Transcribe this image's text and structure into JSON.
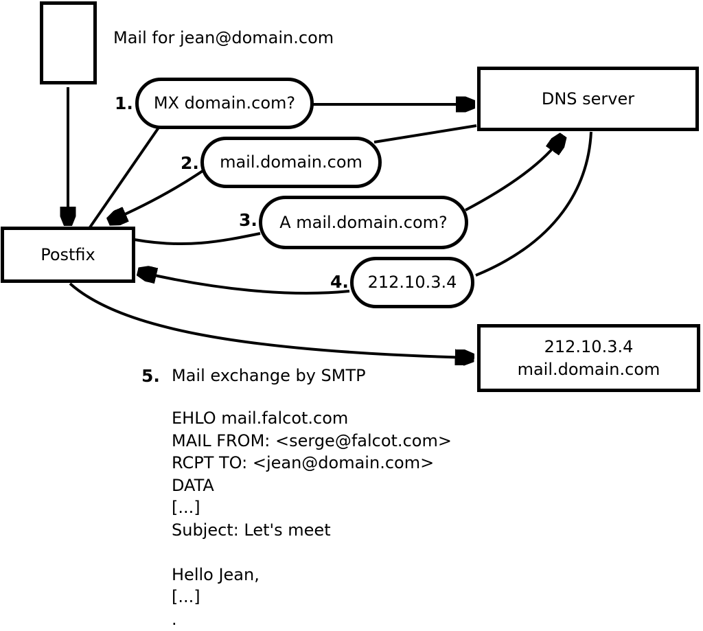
{
  "colors": {
    "line": "#000000",
    "background": "#ffffff",
    "node_fill": "#ffffff"
  },
  "caption": "Mail for jean@domain.com",
  "nodes": {
    "postfix": {
      "label": "Postfix"
    },
    "dns": {
      "label": "DNS server"
    },
    "mail_server": {
      "line1": "212.10.3.4",
      "line2": "mail.domain.com"
    }
  },
  "steps": [
    {
      "num": "1.",
      "label": "MX domain.com?"
    },
    {
      "num": "2.",
      "label": "mail.domain.com"
    },
    {
      "num": "3.",
      "label": "A mail.domain.com?"
    },
    {
      "num": "4.",
      "label": "212.10.3.4"
    },
    {
      "num": "5.",
      "label": "Mail exchange by SMTP"
    }
  ],
  "smtp_session": [
    "EHLO mail.falcot.com",
    "MAIL FROM: <serge@falcot.com>",
    "RCPT TO: <jean@domain.com>",
    "DATA",
    "[...]",
    "Subject: Let's meet",
    "",
    "Hello Jean,",
    "[...]",
    "."
  ]
}
